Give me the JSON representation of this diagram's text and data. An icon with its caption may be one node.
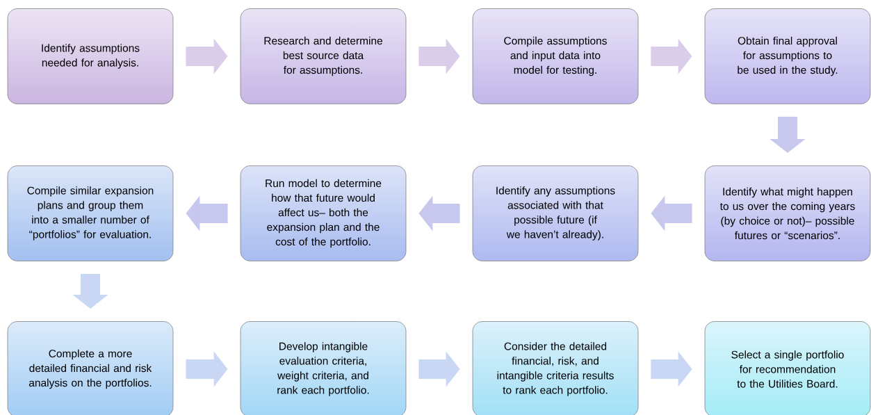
{
  "diagram": {
    "nodes": [
      {
        "text": [
          "Identify assumptions needed for analysis."
        ]
      },
      {
        "text": [
          "Research and determine best source data for assumptions."
        ]
      },
      {
        "text": [
          "Compile assumptions and input data into model for testing."
        ]
      },
      {
        "text": [
          "Obtain final approval for assumptions to be used in the study."
        ]
      },
      {
        "text": [
          "Identify what might happen to us over the coming years (by choice or not)– possible futures or “scenarios”."
        ]
      },
      {
        "text": [
          "Identify any assumptions associated with that possible future (if we haven’t already)."
        ]
      },
      {
        "text": [
          "Run model to determine how that future would affect us– both the expansion plan and the cost of the portfolio."
        ]
      },
      {
        "text": [
          "Compile similar expansion plans and group them into a smaller number of “portfolios” for evaluation."
        ]
      },
      {
        "text": [
          "Complete a more detailed financial and risk analysis on the portfolios."
        ]
      },
      {
        "text": [
          "Develop intangible evaluation criteria, weight criteria, and rank each portfolio."
        ]
      },
      {
        "text": [
          "Consider the detailed financial, risk, and intangible criteria results to rank each portfolio."
        ]
      },
      {
        "text": [
          "Select a single portfolio for recommendation to the Utilities Board."
        ]
      }
    ],
    "edges": [
      {
        "from": 0,
        "to": 1,
        "arrow": "to"
      },
      {
        "from": 1,
        "to": 2,
        "arrow": "to"
      },
      {
        "from": 2,
        "to": 3,
        "arrow": "to"
      },
      {
        "from": 3,
        "to": 4,
        "arrow": "to"
      },
      {
        "from": 4,
        "to": 5,
        "arrow": "to"
      },
      {
        "from": 5,
        "to": 6,
        "arrow": "to"
      },
      {
        "from": 6,
        "to": 7,
        "arrow": "to"
      },
      {
        "from": 7,
        "to": 8,
        "arrow": "to"
      },
      {
        "from": 8,
        "to": 9,
        "arrow": "to"
      },
      {
        "from": 9,
        "to": 10,
        "arrow": "to"
      },
      {
        "from": 10,
        "to": 11,
        "arrow": "to"
      }
    ]
  }
}
